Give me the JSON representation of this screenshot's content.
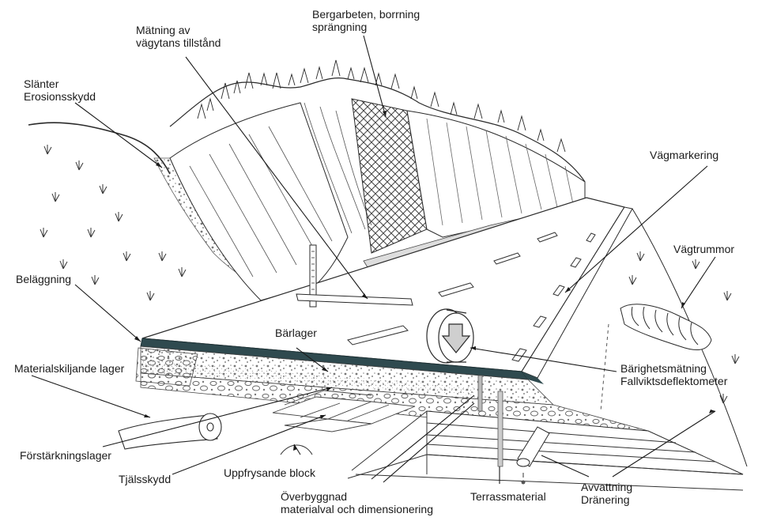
{
  "labels": {
    "matning": [
      "Mätning av",
      "vägytans tillstånd"
    ],
    "bergarbeten": [
      "Bergarbeten, borrning",
      "sprängning"
    ],
    "slanter": [
      "Slänter",
      "Erosionsskydd"
    ],
    "vagmarkering": "Vägmarkering",
    "vagtrummor": "Vägtrummor",
    "belaggning": "Beläggning",
    "barlager": "Bärlager",
    "materialskiljande": "Materialskiljande lager",
    "barighetsmatning": [
      "Bärighetsmätning",
      "Fallviktsdeflektometer"
    ],
    "forstarkningslager": "Förstärkningslager",
    "tjalsskydd": "Tjälsskydd",
    "uppfrysande": "Uppfrysande block",
    "overbyggnad": [
      "Överbyggnad",
      "materialval och dimensionering"
    ],
    "terrassmaterial": "Terrassmaterial",
    "avvattning": [
      "Avvattning",
      "Dränering"
    ]
  },
  "colors": {
    "ink": "#2a2a2a",
    "asphalt": "#2f4a4f",
    "gravel": "#8c8c8c",
    "rock_hatch": "#444444"
  }
}
